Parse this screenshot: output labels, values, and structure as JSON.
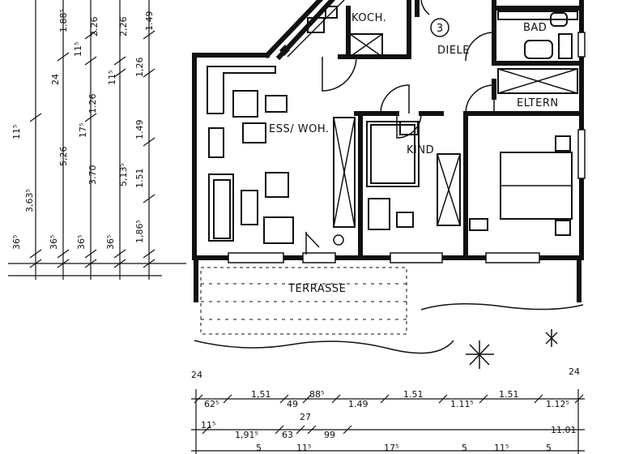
{
  "rooms": {
    "koch": "KOCH.",
    "bad": "BAD",
    "diele": "DIELE",
    "diele_number": "3",
    "eltern": "ELTERN",
    "ess_woh": "ESS/ WOH.",
    "kind": "KIND",
    "terrasse": "TERRASSE"
  },
  "dimensions_left": [
    {
      "id": "c1",
      "labels": [
        "1.88⁵",
        "24",
        "3,63⁵",
        "11⁵",
        "36⁵"
      ]
    },
    {
      "id": "c2",
      "labels": [
        "2.26",
        "11⁵",
        "5,26",
        "36⁵"
      ]
    },
    {
      "id": "c3",
      "labels": [
        "1.26",
        "17⁵",
        "3.70",
        "36⁵"
      ]
    },
    {
      "id": "c4",
      "labels": [
        "2,26",
        "11⁵",
        "5,13⁵",
        "36⁵"
      ]
    },
    {
      "id": "c5",
      "labels": [
        "1.49",
        "1,26",
        "1.49",
        "1.51",
        "1,86⁵"
      ]
    }
  ],
  "dimensions_bottom": {
    "corner_left": "24",
    "corner_right": "24",
    "row1": [
      "62⁵",
      "1,51",
      "49",
      "88⁵",
      "1.49",
      "1.51",
      "1.11⁵",
      "1.51",
      "1.12⁵"
    ],
    "row2": [
      "11⁵",
      "1,91⁵",
      "63",
      "27",
      "99",
      "11.01"
    ],
    "row3": [
      "5",
      "11⁵",
      "17⁵",
      "5",
      "11⁵",
      "5"
    ]
  }
}
